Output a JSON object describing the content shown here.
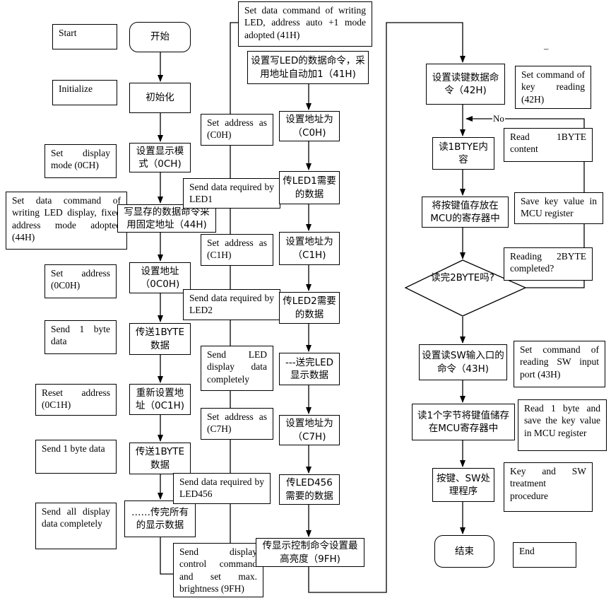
{
  "steps_left_en": {
    "start": "Start",
    "initialize": "Initialize",
    "set_display_mode": "Set display mode (0CH)",
    "set_data_cmd_fixed": "Set data command of writing LED display, fixed address mode adopted (44H)",
    "set_address_0c0h": "Set address (0C0H)",
    "send_1_byte_a": "Send 1 byte data",
    "reset_address": "Reset address (0C1H)",
    "send_1_byte_b": "Send 1 byte data",
    "send_all": "Send all display data completely"
  },
  "steps_left_zh": {
    "start": "开始",
    "initialize": "初始化",
    "set_display_mode": "设置显示模式（0CH)",
    "write_fixed": "写显存的数据命令采用固定地址（44H)",
    "set_address": "设置地址（0C0H)",
    "send_1byte_a": "传送1BYTE数据",
    "reset_address": "重新设置地址（0C1H)",
    "send_1byte_b": "传送1BYTE数据",
    "send_all": "……传完所有的显示数据"
  },
  "steps_mid_en": {
    "auto_increment": "Set data command of writing LED, address auto +1 mode adopted (41H)",
    "set_c0h": "Set address as (C0H)",
    "send_led1": "Send data required by LED1",
    "set_c1h": "Set address as (C1H)",
    "send_led2": "Send data required by LED2",
    "send_complete": "Send LED display data completely",
    "set_c7h": "Set address as (C7H)",
    "send_led456": "Send data required by LED456",
    "display_control": "Send display control command and set max. brightness (9FH)"
  },
  "steps_mid_zh": {
    "auto_increment": "设置写LED的数据命令，采用地址自动加1（41H)",
    "set_c0h": "设置地址为（C0H)",
    "send_led1": "传LED1需要的数据",
    "set_c1h": "设置地址为（C1H)",
    "send_led2": "传LED2需要的数据",
    "send_complete": "---送完LED显示数据",
    "set_c7h": "设置地址为（C7H)",
    "send_led456": "传LED456需要的数据",
    "display_control": "传显示控制命令设置最高亮度（9FH)"
  },
  "steps_right_zh": {
    "read_key_cmd": "设置读键数据命令（42H)",
    "read_1byte": "读1BTYE内容",
    "save_key": "将按键值存放在MCU的寄存器中",
    "read_2byte_done": "读完2BYTE吗?",
    "set_sw_cmd": "设置读SW输入口的命令（43H)",
    "read_save_byte": "读1个字节将键值储存在MCU寄存器中",
    "key_sw_proc": "按键、SW处理程序",
    "end": "结束"
  },
  "steps_right_en": {
    "read_key_cmd": "Set command of key reading (42H)",
    "read_1byte": "Read 1BYTE content",
    "save_key": "Save key value in MCU register",
    "read_2byte_done": "Reading 2BYTE completed?",
    "set_sw_cmd": "Set command of reading SW input port (43H)",
    "read_save_byte": "Read 1 byte and save the key value in MCU register",
    "key_sw_proc": "Key and SW treatment procedure",
    "end": "End"
  },
  "labels": {
    "no": "No",
    "dash": "–"
  }
}
